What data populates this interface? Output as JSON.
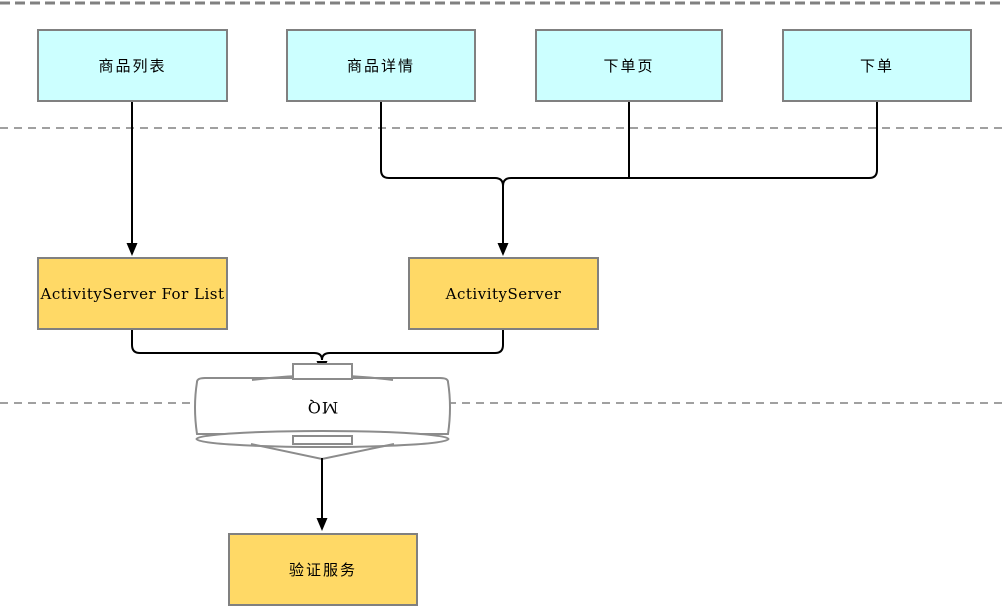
{
  "diagram": {
    "nodes": {
      "product_list": {
        "label": "商品列表"
      },
      "product_detail": {
        "label": "商品详情"
      },
      "order_page": {
        "label": "下单页"
      },
      "place_order": {
        "label": "下单"
      },
      "activity_server_list": {
        "label": "ActivityServer For List"
      },
      "activity_server": {
        "label": "ActivityServer"
      },
      "mq": {
        "label": "MQ"
      },
      "verify_service": {
        "label": "验证服务"
      }
    },
    "edges": [
      {
        "from": "product_list",
        "to": "activity_server_list"
      },
      {
        "from": "product_detail",
        "to": "activity_server"
      },
      {
        "from": "order_page",
        "to": "activity_server"
      },
      {
        "from": "place_order",
        "to": "activity_server"
      },
      {
        "from": "activity_server_list",
        "to": "mq"
      },
      {
        "from": "activity_server",
        "to": "mq"
      },
      {
        "from": "mq",
        "to": "verify_service"
      }
    ],
    "colors": {
      "page_bg": "#FFFFFF",
      "client_fill": "#CCFFFF",
      "server_fill": "#FFD966",
      "node_border": "#808080",
      "connector": "#000000",
      "dashed_line": "#808080",
      "queue_outline": "#8C8C8C",
      "text": "#000000"
    }
  }
}
